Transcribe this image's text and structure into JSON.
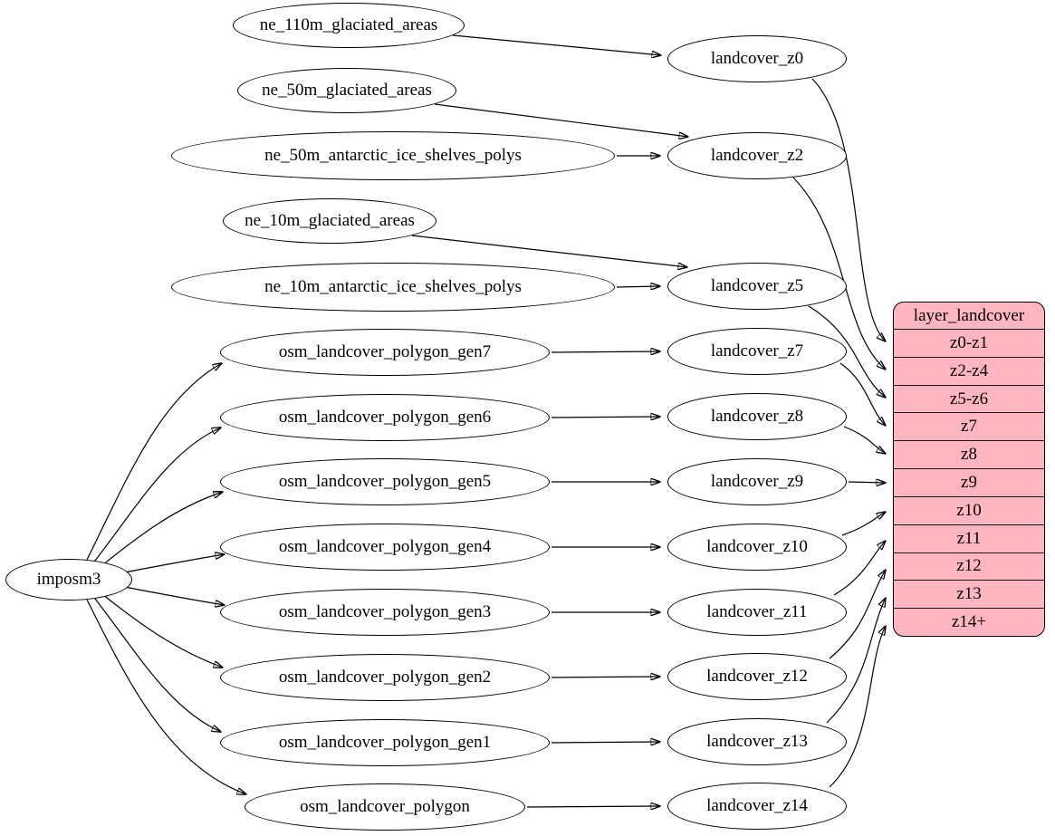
{
  "diagram": {
    "type": "graphviz-dependency-graph",
    "direction": "left-to-right"
  },
  "colors": {
    "background": "#ffffff",
    "node_fill": "#ffffff",
    "node_stroke": "#000000",
    "edge_color": "#000000",
    "table_fill": "#ffb6c1",
    "text_color": "#000000"
  },
  "nodes": {
    "root": "imposm3",
    "sources": [
      "ne_110m_glaciated_areas",
      "ne_50m_glaciated_areas",
      "ne_50m_antarctic_ice_shelves_polys",
      "ne_10m_glaciated_areas",
      "ne_10m_antarctic_ice_shelves_polys",
      "osm_landcover_polygon_gen7",
      "osm_landcover_polygon_gen6",
      "osm_landcover_polygon_gen5",
      "osm_landcover_polygon_gen4",
      "osm_landcover_polygon_gen3",
      "osm_landcover_polygon_gen2",
      "osm_landcover_polygon_gen1",
      "osm_landcover_polygon"
    ],
    "intermediates": [
      "landcover_z0",
      "landcover_z2",
      "landcover_z5",
      "landcover_z7",
      "landcover_z8",
      "landcover_z9",
      "landcover_z10",
      "landcover_z11",
      "landcover_z12",
      "landcover_z13",
      "landcover_z14"
    ]
  },
  "table": {
    "title": "layer_landcover",
    "rows": [
      "z0-z1",
      "z2-z4",
      "z5-z6",
      "z7",
      "z8",
      "z9",
      "z10",
      "z11",
      "z12",
      "z13",
      "z14+"
    ]
  },
  "edges": [
    {
      "from": "imposm3",
      "to": "osm_landcover_polygon_gen7"
    },
    {
      "from": "imposm3",
      "to": "osm_landcover_polygon_gen6"
    },
    {
      "from": "imposm3",
      "to": "osm_landcover_polygon_gen5"
    },
    {
      "from": "imposm3",
      "to": "osm_landcover_polygon_gen4"
    },
    {
      "from": "imposm3",
      "to": "osm_landcover_polygon_gen3"
    },
    {
      "from": "imposm3",
      "to": "osm_landcover_polygon_gen2"
    },
    {
      "from": "imposm3",
      "to": "osm_landcover_polygon_gen1"
    },
    {
      "from": "imposm3",
      "to": "osm_landcover_polygon"
    },
    {
      "from": "ne_110m_glaciated_areas",
      "to": "landcover_z0"
    },
    {
      "from": "ne_50m_glaciated_areas",
      "to": "landcover_z2"
    },
    {
      "from": "ne_50m_antarctic_ice_shelves_polys",
      "to": "landcover_z2"
    },
    {
      "from": "ne_10m_glaciated_areas",
      "to": "landcover_z5"
    },
    {
      "from": "ne_10m_antarctic_ice_shelves_polys",
      "to": "landcover_z5"
    },
    {
      "from": "osm_landcover_polygon_gen7",
      "to": "landcover_z7"
    },
    {
      "from": "osm_landcover_polygon_gen6",
      "to": "landcover_z8"
    },
    {
      "from": "osm_landcover_polygon_gen5",
      "to": "landcover_z9"
    },
    {
      "from": "osm_landcover_polygon_gen4",
      "to": "landcover_z10"
    },
    {
      "from": "osm_landcover_polygon_gen3",
      "to": "landcover_z11"
    },
    {
      "from": "osm_landcover_polygon_gen2",
      "to": "landcover_z12"
    },
    {
      "from": "osm_landcover_polygon_gen1",
      "to": "landcover_z13"
    },
    {
      "from": "osm_landcover_polygon",
      "to": "landcover_z14"
    },
    {
      "from": "landcover_z0",
      "to": "layer_landcover",
      "port": "z0-z1"
    },
    {
      "from": "landcover_z2",
      "to": "layer_landcover",
      "port": "z2-z4"
    },
    {
      "from": "landcover_z5",
      "to": "layer_landcover",
      "port": "z5-z6"
    },
    {
      "from": "landcover_z7",
      "to": "layer_landcover",
      "port": "z7"
    },
    {
      "from": "landcover_z8",
      "to": "layer_landcover",
      "port": "z8"
    },
    {
      "from": "landcover_z9",
      "to": "layer_landcover",
      "port": "z9"
    },
    {
      "from": "landcover_z10",
      "to": "layer_landcover",
      "port": "z10"
    },
    {
      "from": "landcover_z11",
      "to": "layer_landcover",
      "port": "z11"
    },
    {
      "from": "landcover_z12",
      "to": "layer_landcover",
      "port": "z12"
    },
    {
      "from": "landcover_z13",
      "to": "layer_landcover",
      "port": "z13"
    },
    {
      "from": "landcover_z14",
      "to": "layer_landcover",
      "port": "z14+"
    }
  ]
}
